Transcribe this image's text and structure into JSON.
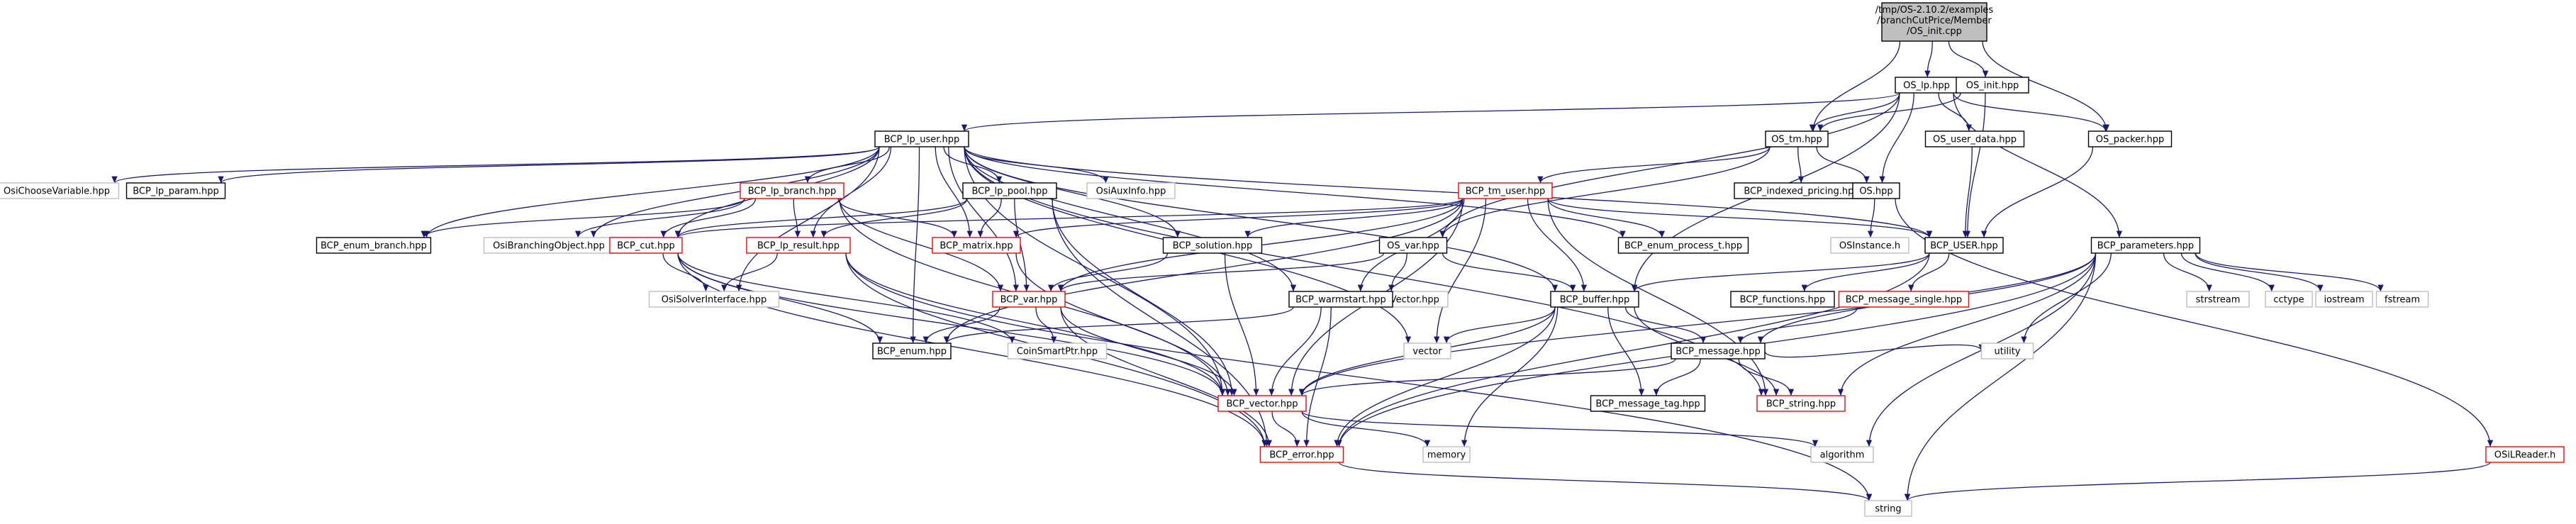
{
  "graph": {
    "root_label_lines": [
      "/tmp/OS-2.10.2/examples",
      "/branchCutPrice/Member",
      "/OS_init.cpp"
    ],
    "colors": {
      "root_fill": "#bfbfbf",
      "box": "#000000",
      "box_red": "#ff0000",
      "box_light": "#bfbfbf",
      "edge": "#191970",
      "text": "#000000"
    },
    "nodes": [
      {
        "id": "os_lp",
        "label": "OS_lp.hpp",
        "style": "box"
      },
      {
        "id": "os_init_h",
        "label": "OS_init.hpp",
        "style": "box"
      },
      {
        "id": "bcp_lp_user",
        "label": "BCP_lp_user.hpp",
        "style": "box"
      },
      {
        "id": "os_tm",
        "label": "OS_tm.hpp",
        "style": "box"
      },
      {
        "id": "os_user_data",
        "label": "OS_user_data.hpp",
        "style": "box"
      },
      {
        "id": "os_packer",
        "label": "OS_packer.hpp",
        "style": "box"
      },
      {
        "id": "osi_choose",
        "label": "OsiChooseVariable.hpp",
        "style": "light"
      },
      {
        "id": "bcp_lp_param",
        "label": "BCP_lp_param.hpp",
        "style": "box"
      },
      {
        "id": "bcp_lp_branch",
        "label": "BCP_lp_branch.hpp",
        "style": "red"
      },
      {
        "id": "bcp_lp_pool",
        "label": "BCP_lp_pool.hpp",
        "style": "box"
      },
      {
        "id": "osi_aux",
        "label": "OsiAuxInfo.hpp",
        "style": "light"
      },
      {
        "id": "bcp_indexed",
        "label": "BCP_indexed_pricing.hpp",
        "style": "box"
      },
      {
        "id": "os_hpp",
        "label": "OS.hpp",
        "style": "box"
      },
      {
        "id": "bcp_tm_user",
        "label": "BCP_tm_user.hpp",
        "style": "red"
      },
      {
        "id": "os_var",
        "label": "OS_var.hpp",
        "style": "box"
      },
      {
        "id": "bcp_user",
        "label": "BCP_USER.hpp",
        "style": "box"
      },
      {
        "id": "bcp_parameters",
        "label": "BCP_parameters.hpp",
        "style": "box"
      },
      {
        "id": "bcp_enum_branch",
        "label": "BCP_enum_branch.hpp",
        "style": "box"
      },
      {
        "id": "osi_branching",
        "label": "OsiBranchingObject.hpp",
        "style": "light"
      },
      {
        "id": "bcp_cut",
        "label": "BCP_cut.hpp",
        "style": "red"
      },
      {
        "id": "bcp_lp_result",
        "label": "BCP_lp_result.hpp",
        "style": "red"
      },
      {
        "id": "bcp_matrix",
        "label": "BCP_matrix.hpp",
        "style": "red"
      },
      {
        "id": "bcp_solution",
        "label": "BCP_solution.hpp",
        "style": "box"
      },
      {
        "id": "bcp_enum_process",
        "label": "BCP_enum_process_t.hpp",
        "style": "box"
      },
      {
        "id": "osinstance",
        "label": "OSInstance.h",
        "style": "light"
      },
      {
        "id": "osi_solver",
        "label": "OsiSolverInterface.hpp",
        "style": "light"
      },
      {
        "id": "bcp_var",
        "label": "BCP_var.hpp",
        "style": "red"
      },
      {
        "id": "coin_packed",
        "label": "CoinPackedVector.hpp",
        "style": "light"
      },
      {
        "id": "bcp_warmstart",
        "label": "BCP_warmstart.hpp",
        "style": "box"
      },
      {
        "id": "bcp_buffer",
        "label": "BCP_buffer.hpp",
        "style": "box"
      },
      {
        "id": "bcp_functions",
        "label": "BCP_functions.hpp",
        "style": "box"
      },
      {
        "id": "bcp_msg_single",
        "label": "BCP_message_single.hpp",
        "style": "red"
      },
      {
        "id": "strstream",
        "label": "strstream",
        "style": "light"
      },
      {
        "id": "cctype",
        "label": "cctype",
        "style": "light"
      },
      {
        "id": "iostream",
        "label": "iostream",
        "style": "light"
      },
      {
        "id": "fstream",
        "label": "fstream",
        "style": "light"
      },
      {
        "id": "bcp_enum",
        "label": "BCP_enum.hpp",
        "style": "box"
      },
      {
        "id": "coin_smart",
        "label": "CoinSmartPtr.hpp",
        "style": "light"
      },
      {
        "id": "vector",
        "label": "vector",
        "style": "light"
      },
      {
        "id": "bcp_message",
        "label": "BCP_message.hpp",
        "style": "box"
      },
      {
        "id": "utility",
        "label": "utility",
        "style": "light"
      },
      {
        "id": "bcp_vector",
        "label": "BCP_vector.hpp",
        "style": "red"
      },
      {
        "id": "bcp_msg_tag",
        "label": "BCP_message_tag.hpp",
        "style": "box"
      },
      {
        "id": "bcp_string",
        "label": "BCP_string.hpp",
        "style": "red"
      },
      {
        "id": "memory",
        "label": "memory",
        "style": "light"
      },
      {
        "id": "algorithm",
        "label": "algorithm",
        "style": "light"
      },
      {
        "id": "bcp_error",
        "label": "BCP_error.hpp",
        "style": "red"
      },
      {
        "id": "osil_reader",
        "label": "OSiLReader.h",
        "style": "red"
      },
      {
        "id": "string",
        "label": "string",
        "style": "light"
      }
    ],
    "edges": [
      [
        "root",
        "os_lp"
      ],
      [
        "root",
        "os_init_h"
      ],
      [
        "root",
        "os_tm"
      ],
      [
        "root",
        "os_packer"
      ],
      [
        "os_init_h",
        "os_tm"
      ],
      [
        "os_init_h",
        "bcp_user"
      ],
      [
        "os_lp",
        "bcp_lp_user"
      ],
      [
        "os_lp",
        "os_tm"
      ],
      [
        "os_lp",
        "os_user_data"
      ],
      [
        "os_lp",
        "os_packer"
      ],
      [
        "os_lp",
        "os_hpp"
      ],
      [
        "os_lp",
        "os_var"
      ],
      [
        "os_lp",
        "bcp_parameters"
      ],
      [
        "os_lp",
        "bcp_buffer"
      ],
      [
        "bcp_lp_user",
        "osi_choose"
      ],
      [
        "bcp_lp_user",
        "bcp_lp_param"
      ],
      [
        "bcp_lp_user",
        "bcp_lp_branch"
      ],
      [
        "bcp_lp_user",
        "bcp_lp_pool"
      ],
      [
        "bcp_lp_user",
        "osi_aux"
      ],
      [
        "bcp_lp_user",
        "bcp_enum_branch"
      ],
      [
        "bcp_lp_user",
        "osi_branching"
      ],
      [
        "bcp_lp_user",
        "bcp_cut"
      ],
      [
        "bcp_lp_user",
        "bcp_lp_result"
      ],
      [
        "bcp_lp_user",
        "bcp_matrix"
      ],
      [
        "bcp_lp_user",
        "bcp_solution"
      ],
      [
        "bcp_lp_user",
        "bcp_user"
      ],
      [
        "bcp_lp_user",
        "osi_solver"
      ],
      [
        "bcp_lp_user",
        "bcp_var"
      ],
      [
        "bcp_lp_user",
        "bcp_warmstart"
      ],
      [
        "bcp_lp_user",
        "bcp_buffer"
      ],
      [
        "bcp_lp_user",
        "bcp_vector"
      ],
      [
        "bcp_lp_user",
        "bcp_enum"
      ],
      [
        "bcp_lp_user",
        "vector"
      ],
      [
        "bcp_lp_user",
        "bcp_enum_process"
      ],
      [
        "bcp_lp_user",
        "bcp_string"
      ],
      [
        "os_tm",
        "bcp_tm_user"
      ],
      [
        "os_tm",
        "bcp_indexed"
      ],
      [
        "os_tm",
        "os_hpp"
      ],
      [
        "os_tm",
        "os_var"
      ],
      [
        "os_user_data",
        "bcp_user"
      ],
      [
        "os_packer",
        "bcp_user"
      ],
      [
        "os_hpp",
        "osinstance"
      ],
      [
        "os_hpp",
        "osil_reader"
      ],
      [
        "os_var",
        "bcp_var"
      ],
      [
        "os_var",
        "coin_packed"
      ],
      [
        "os_var",
        "bcp_buffer"
      ],
      [
        "bcp_lp_branch",
        "bcp_enum_branch"
      ],
      [
        "bcp_lp_branch",
        "osi_branching"
      ],
      [
        "bcp_lp_branch",
        "bcp_cut"
      ],
      [
        "bcp_lp_branch",
        "bcp_lp_result"
      ],
      [
        "bcp_lp_branch",
        "bcp_matrix"
      ],
      [
        "bcp_lp_branch",
        "bcp_var"
      ],
      [
        "bcp_lp_branch",
        "bcp_vector"
      ],
      [
        "bcp_lp_pool",
        "bcp_cut"
      ],
      [
        "bcp_lp_pool",
        "bcp_lp_result"
      ],
      [
        "bcp_lp_pool",
        "bcp_matrix"
      ],
      [
        "bcp_lp_pool",
        "bcp_var"
      ],
      [
        "bcp_lp_pool",
        "bcp_vector"
      ],
      [
        "bcp_lp_pool",
        "bcp_error"
      ],
      [
        "bcp_tm_user",
        "bcp_cut"
      ],
      [
        "bcp_tm_user",
        "bcp_matrix"
      ],
      [
        "bcp_tm_user",
        "bcp_solution"
      ],
      [
        "bcp_tm_user",
        "bcp_enum_process"
      ],
      [
        "bcp_tm_user",
        "bcp_user"
      ],
      [
        "bcp_tm_user",
        "bcp_var"
      ],
      [
        "bcp_tm_user",
        "bcp_warmstart"
      ],
      [
        "bcp_tm_user",
        "bcp_buffer"
      ],
      [
        "bcp_tm_user",
        "vector"
      ],
      [
        "bcp_tm_user",
        "bcp_vector"
      ],
      [
        "bcp_tm_user",
        "bcp_enum"
      ],
      [
        "bcp_tm_user",
        "bcp_string"
      ],
      [
        "bcp_cut",
        "osi_solver"
      ],
      [
        "bcp_cut",
        "bcp_enum"
      ],
      [
        "bcp_cut",
        "coin_smart"
      ],
      [
        "bcp_cut",
        "bcp_vector"
      ],
      [
        "bcp_cut",
        "bcp_error"
      ],
      [
        "bcp_lp_result",
        "osi_solver"
      ],
      [
        "bcp_lp_result",
        "bcp_vector"
      ],
      [
        "bcp_lp_result",
        "bcp_error"
      ],
      [
        "bcp_lp_result",
        "string"
      ],
      [
        "bcp_matrix",
        "bcp_vector"
      ],
      [
        "bcp_solution",
        "bcp_var"
      ],
      [
        "bcp_solution",
        "bcp_vector"
      ],
      [
        "bcp_user",
        "bcp_functions"
      ],
      [
        "bcp_user",
        "bcp_msg_single"
      ],
      [
        "bcp_user",
        "bcp_buffer"
      ],
      [
        "bcp_user",
        "bcp_error"
      ],
      [
        "bcp_parameters",
        "bcp_string"
      ],
      [
        "bcp_parameters",
        "strstream"
      ],
      [
        "bcp_parameters",
        "cctype"
      ],
      [
        "bcp_parameters",
        "iostream"
      ],
      [
        "bcp_parameters",
        "fstream"
      ],
      [
        "bcp_parameters",
        "utility"
      ],
      [
        "bcp_parameters",
        "algorithm"
      ],
      [
        "bcp_parameters",
        "bcp_error"
      ],
      [
        "bcp_parameters",
        "string"
      ],
      [
        "bcp_parameters",
        "bcp_vector"
      ],
      [
        "bcp_parameters",
        "bcp_message"
      ],
      [
        "bcp_var",
        "bcp_enum"
      ],
      [
        "bcp_var",
        "coin_smart"
      ],
      [
        "bcp_var",
        "bcp_vector"
      ],
      [
        "bcp_var",
        "bcp_error"
      ],
      [
        "bcp_warmstart",
        "bcp_vector"
      ],
      [
        "bcp_warmstart",
        "bcp_error"
      ],
      [
        "bcp_warmstart",
        "bcp_enum"
      ],
      [
        "bcp_buffer",
        "vector"
      ],
      [
        "bcp_buffer",
        "bcp_message"
      ],
      [
        "bcp_buffer",
        "bcp_msg_tag"
      ],
      [
        "bcp_buffer",
        "bcp_string"
      ],
      [
        "bcp_buffer",
        "bcp_vector"
      ],
      [
        "bcp_buffer",
        "bcp_error"
      ],
      [
        "bcp_buffer",
        "memory"
      ],
      [
        "bcp_msg_single",
        "bcp_message"
      ],
      [
        "bcp_message",
        "bcp_msg_tag"
      ],
      [
        "bcp_message",
        "bcp_string"
      ],
      [
        "bcp_message",
        "bcp_vector"
      ],
      [
        "bcp_message",
        "utility"
      ],
      [
        "bcp_vector",
        "bcp_error"
      ],
      [
        "bcp_vector",
        "memory"
      ],
      [
        "bcp_vector",
        "algorithm"
      ],
      [
        "bcp_error",
        "string"
      ],
      [
        "osil_reader",
        "string"
      ]
    ]
  }
}
